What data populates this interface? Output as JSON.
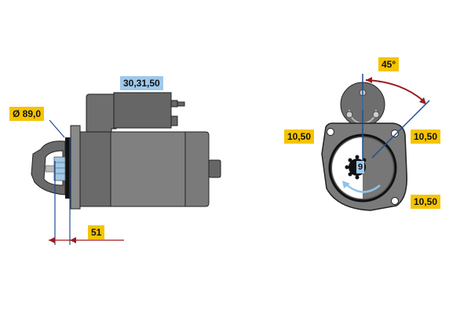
{
  "side_view": {
    "terminal_label": "30,31,50",
    "diameter_label": "Ø 89,0",
    "length_label": "51"
  },
  "front_view": {
    "angle_label": "45°",
    "hole_top_left_label": "10,50",
    "hole_top_right_label": "10,50",
    "hole_bottom_right_label": "10,50",
    "pinion_teeth_label": "9"
  },
  "colors": {
    "label_yellow": "#f5c400",
    "label_blue": "#9fc8ea",
    "body_gray": "#7a7a7a",
    "dim_line_blue": "#1d4e96",
    "dim_line_red": "#9b1c1c",
    "rotation_arrow": "#8ec3ea"
  }
}
